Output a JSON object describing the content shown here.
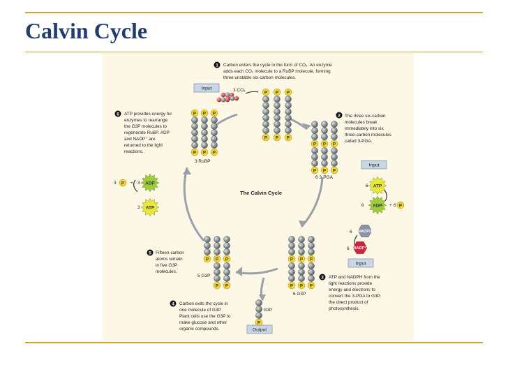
{
  "title": "Calvin Cycle",
  "diagram": {
    "center_label": "The Calvin Cycle",
    "step1": {
      "num": "1",
      "lines": [
        "Carbon enters the cycle in the form of CO₂. An enzyme",
        "adds each CO₂ molecule to a RuBP molecule, forming",
        "three unstable six-carbon molecules."
      ]
    },
    "step2": {
      "num": "2",
      "lines": [
        "The three six-carbon",
        "molecules break",
        "immediately into six",
        "three-carbon molecules",
        "called 3-PGA."
      ]
    },
    "step3": {
      "num": "3",
      "lines": [
        "ATP and NADPH from the",
        "light reactions provide",
        "energy and electrons to",
        "convert the 3-PGA to G3P,",
        "the direct product of",
        "photosynthesis."
      ]
    },
    "step4": {
      "num": "4",
      "lines": [
        "Carbon exits the cycle in",
        "one molecule of G3P.",
        "Plant cells use the G3P to",
        "make glucose and other",
        "organic compounds."
      ]
    },
    "step5": {
      "num": "5",
      "lines": [
        "Fifteen carbon",
        "atoms remain",
        "in five G3P",
        "molecules."
      ]
    },
    "step6": {
      "num": "6",
      "lines": [
        "ATP provides energy for",
        "enzymes to rearrange",
        "the G3P molecules to",
        "regenerate RuBP. ADP",
        "and NADP⁺ are",
        "returned to the light",
        "reactions."
      ]
    },
    "labels": {
      "input_co2": "Input",
      "co2": "3 CO₂",
      "rubp": "3 RuBP",
      "pga": "6 3-PGA",
      "input_energy": "Input",
      "input_nadph": "Input",
      "g3p6": "6 G3P",
      "g3p5": "5 G3P",
      "g3p1": "G3P",
      "output": "Output",
      "atp6_num": "6",
      "adp6_num": "6",
      "plus_right": "+",
      "p6_num": "6",
      "nadph_num": "6",
      "nadp_num": "6",
      "p3_num": "3",
      "plus_left": "+",
      "adp3_num": "3",
      "atp3_num": "3",
      "atp": "ATP",
      "adp": "ADP",
      "nadph": "NADPH",
      "nadp": "NADP⁺",
      "p": "P"
    },
    "colors": {
      "carbon": "#8a9597",
      "phosphate": "#f2d531",
      "atp_star": "#e8e83a",
      "adp_star": "#9ccb3c",
      "nadph_hex": "#8b93a8",
      "nadp_hex": "#d5213c",
      "oxygen": "#d84046",
      "arrow": "#9aa0a8"
    }
  }
}
